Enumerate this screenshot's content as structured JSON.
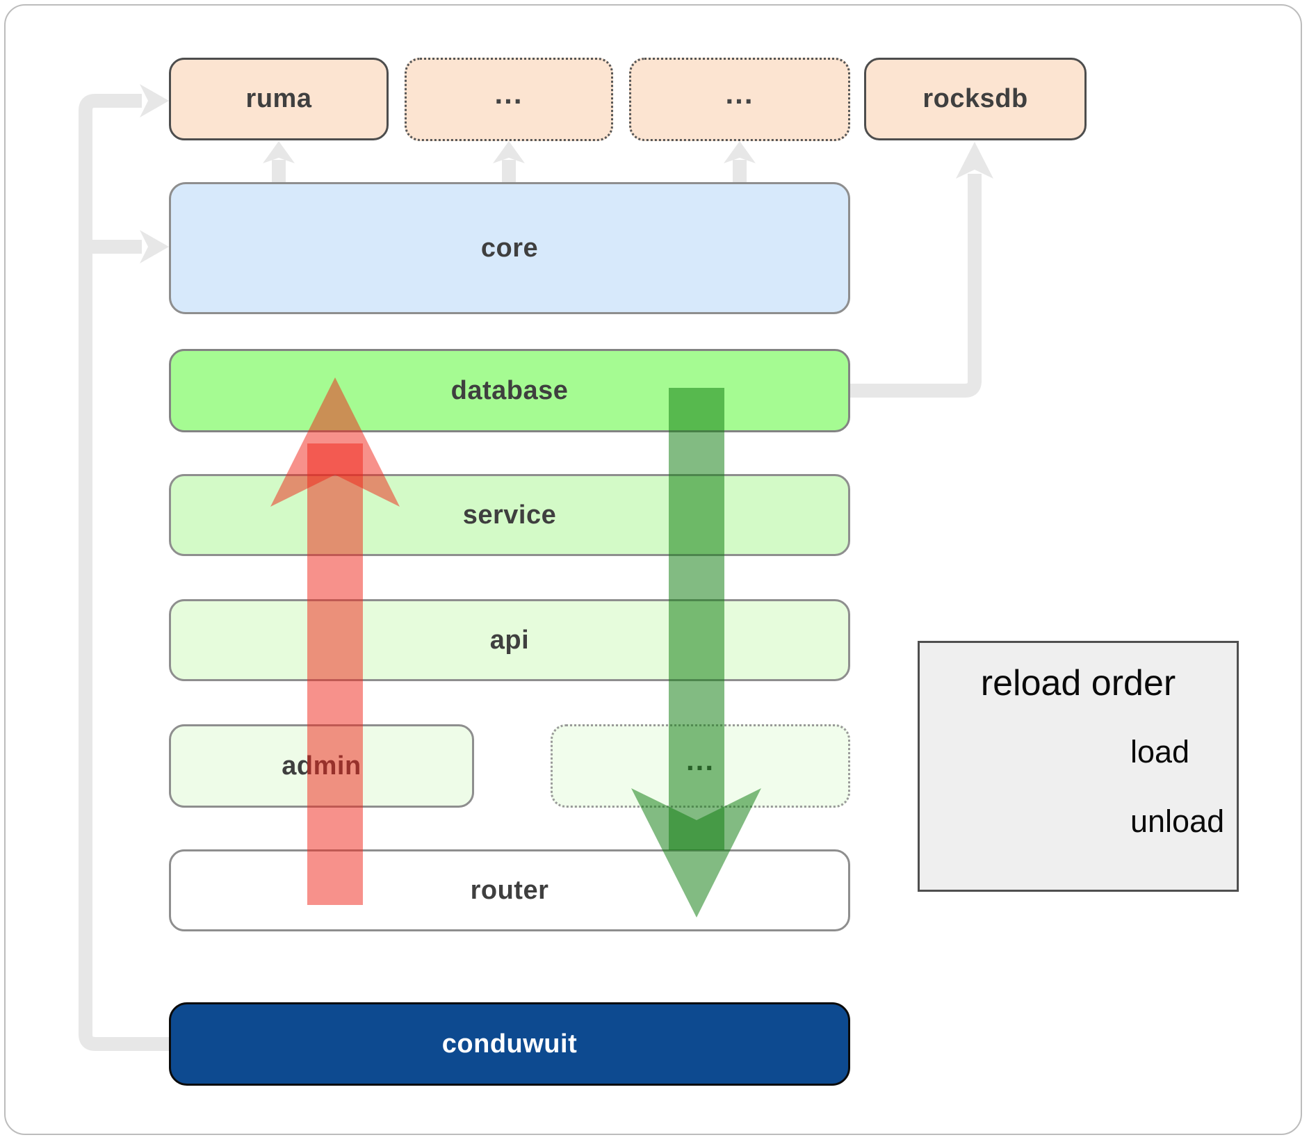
{
  "diagram": {
    "external_row": {
      "boxes": [
        {
          "label": "ruma",
          "border": "solid"
        },
        {
          "label": "...",
          "border": "dotted"
        },
        {
          "label": "...",
          "border": "dotted"
        },
        {
          "label": "rocksdb",
          "border": "solid"
        }
      ]
    },
    "layers": {
      "core": "core",
      "database": "database",
      "service": "service",
      "api": "api",
      "admin": "admin",
      "admin_etc": "...",
      "router": "router",
      "app": "conduwuit"
    },
    "legend": {
      "title": "reload order",
      "items": [
        {
          "label": "load",
          "color": "#107d10"
        },
        {
          "label": "unload",
          "color": "#ef2318"
        }
      ]
    }
  },
  "colors": {
    "peach": "#fce4d1",
    "blue": "#d7e9fb",
    "green-bright": "#a5fb92",
    "green-light": "#d3fac7",
    "green-lighter": "#e6fcdc",
    "green-faint": "#eefce8",
    "green-faintest": "#f1fdec",
    "navy": "#0d4a90",
    "arrow-red": "#ef2318",
    "arrow-green": "#107d10",
    "gray-conn": "#e7e7e7",
    "legend-bg": "#efefef"
  }
}
